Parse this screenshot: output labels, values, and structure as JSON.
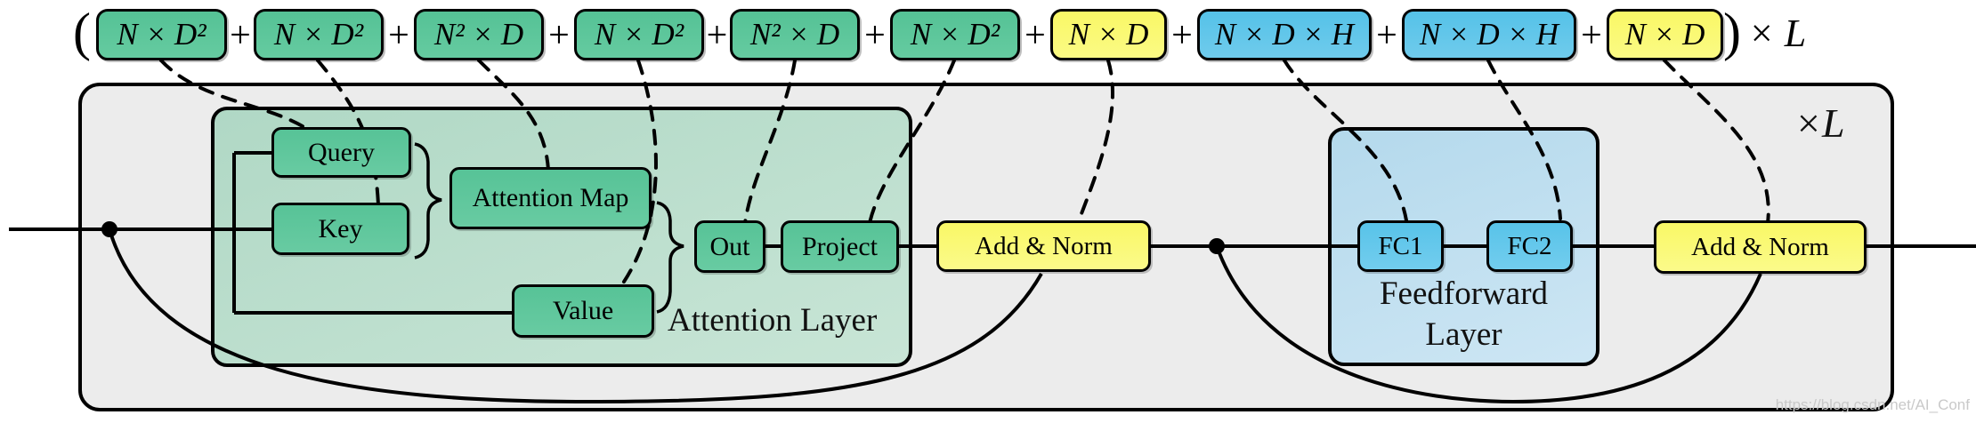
{
  "formula": {
    "open_paren": "(",
    "close_paren": ")",
    "plus": "+",
    "multiplier": "× L",
    "terms": [
      {
        "text": "N × D²",
        "color": "green",
        "maps_to": "Query"
      },
      {
        "text": "N × D²",
        "color": "green",
        "maps_to": "Key"
      },
      {
        "text": "N² × D",
        "color": "green",
        "maps_to": "Attention Map"
      },
      {
        "text": "N × D²",
        "color": "green",
        "maps_to": "Value"
      },
      {
        "text": "N² × D",
        "color": "green",
        "maps_to": "Out"
      },
      {
        "text": "N × D²",
        "color": "green",
        "maps_to": "Project"
      },
      {
        "text": "N × D",
        "color": "yellow",
        "maps_to": "Add & Norm"
      },
      {
        "text": "N × D × H",
        "color": "blue",
        "maps_to": "FC1"
      },
      {
        "text": "N × D × H",
        "color": "blue",
        "maps_to": "FC2"
      },
      {
        "text": "N × D",
        "color": "yellow",
        "maps_to": "Add & Norm"
      }
    ]
  },
  "diagram": {
    "loop_label": "×L",
    "attention_layer": {
      "label": "Attention Layer",
      "query": "Query",
      "key": "Key",
      "attention_map": "Attention Map",
      "value": "Value",
      "out": "Out",
      "project": "Project"
    },
    "add_norm_1": "Add & Norm",
    "feedforward_layer": {
      "label_line1": "Feedforward",
      "label_line2": "Layer",
      "fc1": "FC1",
      "fc2": "FC2"
    },
    "add_norm_2": "Add & Norm"
  },
  "watermark": "https://blog.csdn.net/AI_Conf",
  "colors": {
    "term_green": "#5ec79c",
    "term_yellow": "#f9f86e",
    "term_blue": "#5cc5e9",
    "attention_container": "#bfe0d1",
    "feedforward_container": "#c2e0f0",
    "outer_container": "#ececec",
    "wire": "#000000"
  }
}
